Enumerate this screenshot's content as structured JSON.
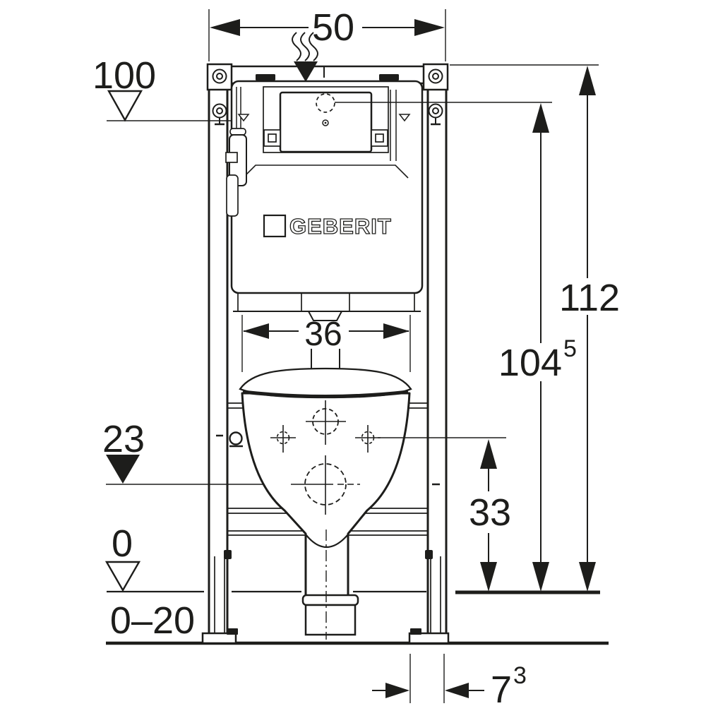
{
  "drawing": {
    "brand": {
      "logo": "GEBERIT"
    },
    "labels": {
      "frame_width_top": "50",
      "actuation_level": "100",
      "total_height": "112",
      "height_104": {
        "base": "104",
        "sup": "5"
      },
      "flush_bend_width": "36",
      "supply_level": "23",
      "bowl_outlet_height": "33",
      "floor_level_zero": "0",
      "floor_buildup_range": "0–20",
      "foot_depth": {
        "base": "7",
        "sup": "3"
      }
    },
    "colors": {
      "ink": "#1d1d1b",
      "paper": "#ffffff"
    }
  }
}
